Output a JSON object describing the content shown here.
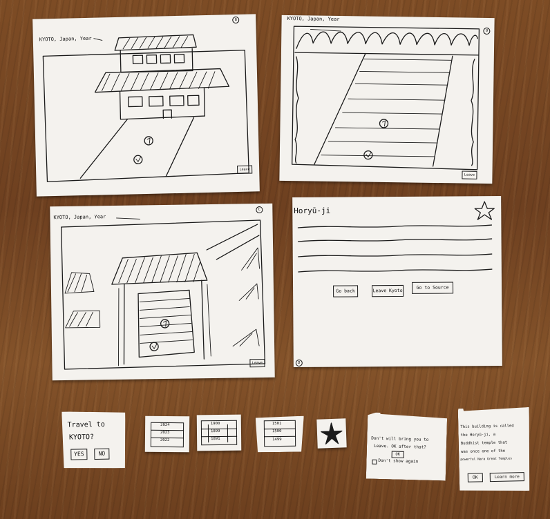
{
  "panels": {
    "kyoto_street": {
      "location": "KYOTO, Japan, Year",
      "page": "8",
      "leave": "Leave"
    },
    "steps": {
      "location": "KYOTO, Japan, Year",
      "page": "9",
      "leave": "Leave"
    },
    "gate": {
      "location": "KYOTO, Japan, Year",
      "page": "C",
      "leave": "Leave"
    },
    "info": {
      "title": "Horyū-ji",
      "page": "D",
      "buttons": [
        "Go back",
        "Leave Kyoto",
        "Go to Source"
      ]
    }
  },
  "cards": {
    "travel": {
      "line1": "Travel to",
      "line2": "KYOTO?",
      "yes": "YES",
      "no": "NO"
    },
    "years_a": [
      "2024",
      "2023",
      "2022"
    ],
    "years_b": [
      "1900",
      "1899",
      "1891"
    ],
    "years_c": [
      "1501",
      "1500",
      "1499"
    ],
    "notice": {
      "line1": "Don't will bring you to",
      "line2": "Leave. OK after that?",
      "ok": "OK",
      "checkbox": "Don't show again"
    },
    "info_popup": {
      "lines": [
        "This building is called",
        "the Horyū-ji, a",
        "Buddhist temple that",
        "was once one of the",
        "powerful Nara Great Temples"
      ],
      "ok": "OK",
      "learn_more": "Learn more"
    }
  },
  "icons": [
    "step-marker-1",
    "step-marker-2",
    "star-icon",
    "cursor-star-icon"
  ]
}
